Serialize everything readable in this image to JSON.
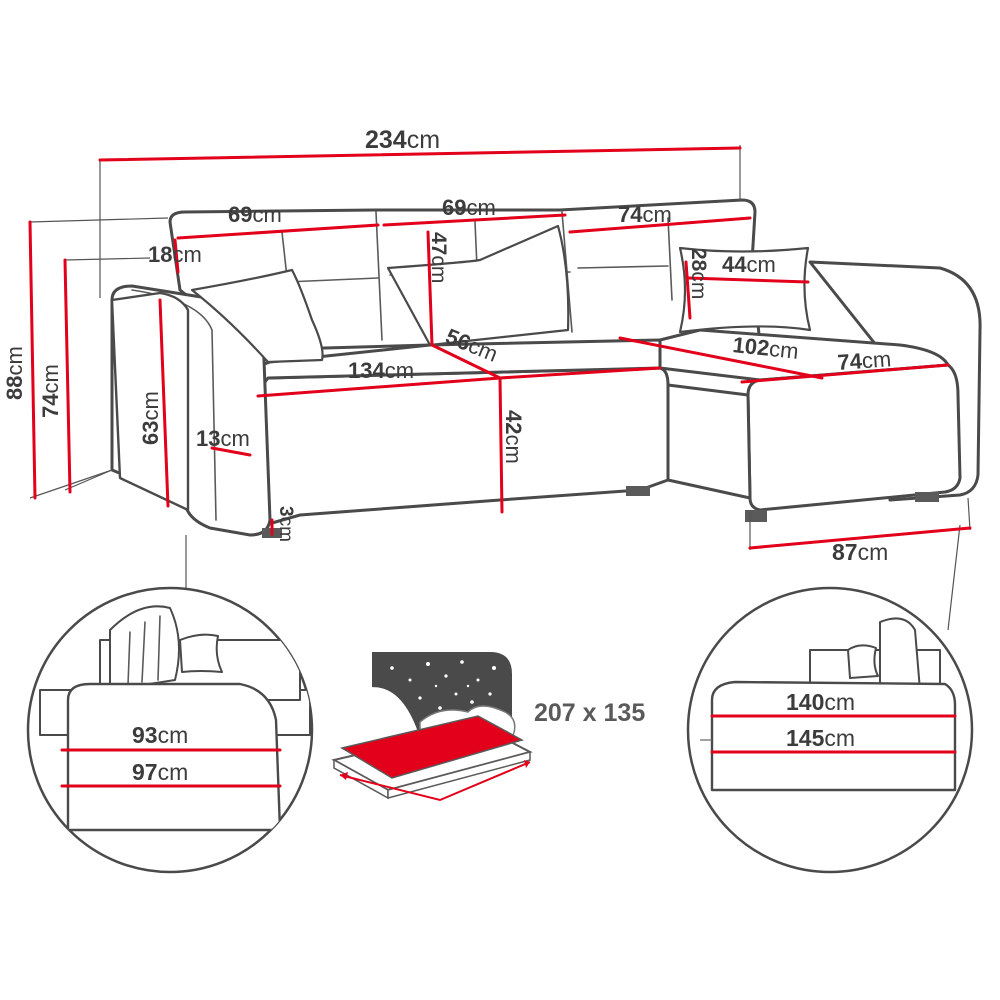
{
  "unit": "cm",
  "dimensions": {
    "total_width": "234",
    "seat_left": "69",
    "seat_middle": "69",
    "seat_right": "74",
    "armrest_height": "18",
    "chaise_cushion_width": "44",
    "chaise_cushion_height": "28",
    "back_cushion_height": "47",
    "seat_depth": "56",
    "seat_width": "134",
    "chaise_length": "102",
    "chaise_width": "74",
    "overall_height": "88",
    "back_height": "74",
    "armrest_side_height": "63",
    "armrest_width": "13",
    "seat_height": "42",
    "leg_height": "3",
    "chaise_depth": "87"
  },
  "details": {
    "left_depth_1": "93",
    "left_depth_2": "97",
    "right_depth_1": "140",
    "right_depth_2": "145",
    "bed_size": "207 x 135"
  },
  "colors": {
    "dimension_line": "#e2001a",
    "outline": "#4a4a4a",
    "bed_night": "#4a4a4a",
    "bed_mattress": "#e2001a"
  },
  "icons": [
    "bed-function-icon",
    "star-icon"
  ]
}
